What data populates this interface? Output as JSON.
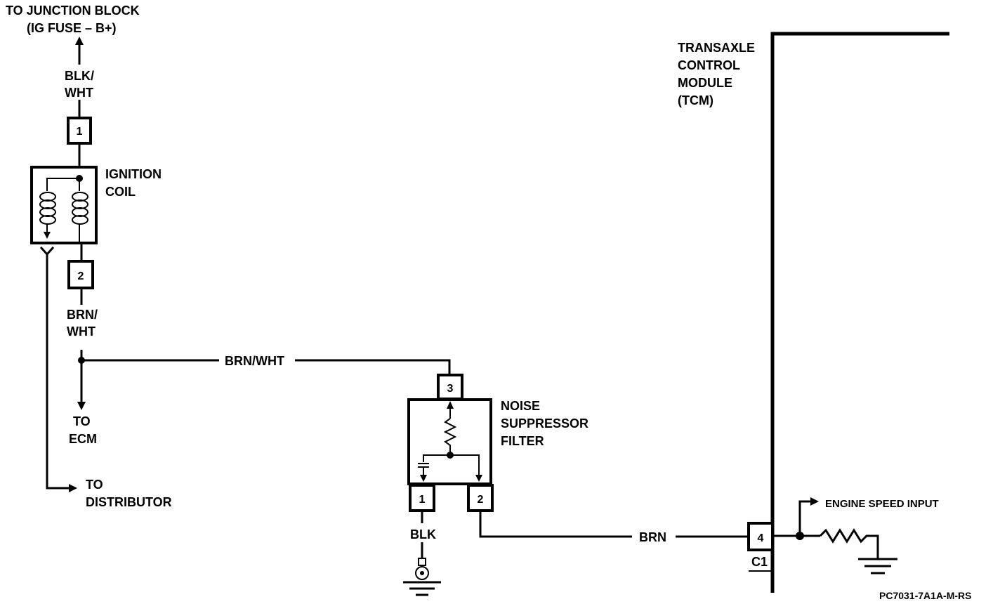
{
  "junction": {
    "line1": "TO JUNCTION BLOCK",
    "line2": "(IG FUSE – B+)"
  },
  "wires": {
    "blk_wht_1": "BLK/",
    "blk_wht_2": "WHT",
    "brn_wht_1": "BRN/",
    "brn_wht_2": "WHT",
    "brn_wht_h": "BRN/WHT",
    "brn": "BRN",
    "blk": "BLK"
  },
  "coil": {
    "label1": "IGNITION",
    "label2": "COIL",
    "pin_top": "1",
    "pin_bottom": "2"
  },
  "ecm": {
    "line1": "TO",
    "line2": "ECM"
  },
  "distributor": {
    "line1": "TO",
    "line2": "DISTRIBUTOR"
  },
  "filter": {
    "label1": "NOISE",
    "label2": "SUPPRESSOR",
    "label3": "FILTER",
    "pin_top": "3",
    "pin_left": "1",
    "pin_right": "2"
  },
  "tcm": {
    "line1": "TRANSAXLE",
    "line2": "CONTROL",
    "line3": "MODULE",
    "line4": "(TCM)",
    "pin": "4",
    "connector": "C1",
    "input_label": "ENGINE SPEED INPUT"
  },
  "figure_code": "PC7031-7A1A-M-RS"
}
